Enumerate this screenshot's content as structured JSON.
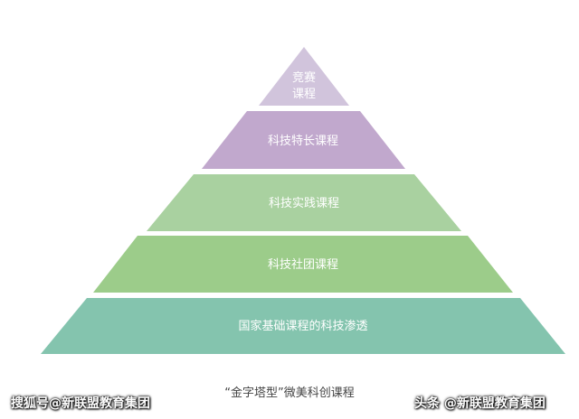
{
  "pyramid": {
    "tiers": [
      {
        "lines": [
          "竞赛",
          "课程"
        ],
        "color": "#d1c4dc"
      },
      {
        "lines": [
          "科技特长课程"
        ],
        "color": "#c1a8cd"
      },
      {
        "lines": [
          "科技实践课程"
        ],
        "color": "#a9d1a0"
      },
      {
        "lines": [
          "科技社团课程"
        ],
        "color": "#9ccc8a"
      },
      {
        "lines": [
          "国家基础课程的科技渗透"
        ],
        "color": "#84c4ae"
      }
    ]
  },
  "caption": "“金字塔型”微美科创课程",
  "watermarks": {
    "left": "搜狐号@新联盟教育集团",
    "right": "头条 @新联盟教育集团"
  }
}
